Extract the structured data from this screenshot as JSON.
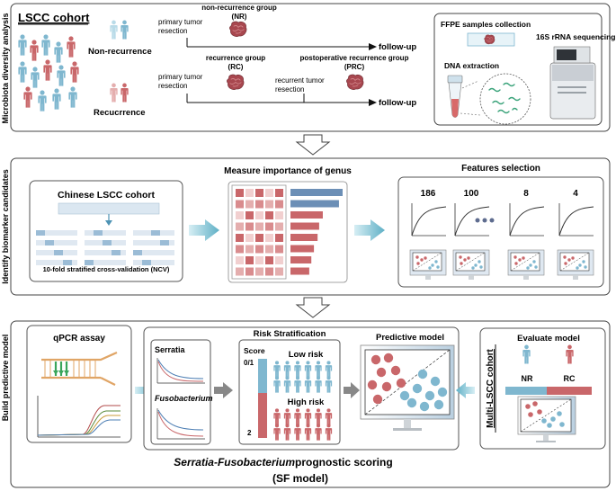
{
  "colors": {
    "blue": "#7fb7cf",
    "blue_dark": "#4e93b4",
    "red": "#c9676a",
    "red_light": "#e4aeae",
    "arrow": "#6fb7c9",
    "border": "#444444",
    "grid_blue": "#9bbcd6",
    "gray": "#8a8a8a"
  },
  "icons": [
    "person-icon",
    "tumor-icon",
    "tube-icon",
    "sequencer-icon",
    "dna-primer-icon"
  ],
  "panel1": {
    "side_label": "Microbiota diversity analysis",
    "title": "LSCC cohort",
    "non_recurrence_label": "Non-recurrence",
    "recurrence_label": "Recucrrence",
    "nr_group": "non-recurrence group",
    "nr_abbr": "(NR)",
    "primary_resection_1a": "primary tumor",
    "primary_resection_1b": "resection",
    "followup_1": "follow-up",
    "rc_group": "recurrence group",
    "rc_abbr": "(RC)",
    "primary_resection_2a": "primary tumor",
    "primary_resection_2b": "resection",
    "prc_group": "postoperative recurrence group",
    "prc_abbr": "(PRC)",
    "recurrent_resection_a": "recurrent tumor",
    "recurrent_resection_b": "resection",
    "followup_2": "follow-up",
    "ffpe": "FFPE samples collection",
    "seq": "16S rRNA sequencing",
    "dna": "DNA extraction"
  },
  "panel2": {
    "side_label": "Identify biomarker candidates",
    "cohort": "Chinese LSCC cohort",
    "ncv": "10-fold stratified cross-validation (NCV)",
    "importance_title": "Measure importance of genus",
    "features_title": "Features selection",
    "counts": [
      "186",
      "100",
      "8",
      "4"
    ],
    "bar_values": [
      1.0,
      0.93,
      0.62,
      0.55,
      0.52,
      0.45,
      0.4,
      0.36
    ],
    "bar_colors": [
      "blue",
      "blue",
      "red",
      "red",
      "red",
      "red",
      "red",
      "red"
    ]
  },
  "panel3": {
    "side_label": "Build predictive model",
    "qpcr": "qPCR assay",
    "serratia": "Serratia",
    "fuso": "Fusobacterium",
    "risk_title": "Risk Stratification",
    "score": "Score",
    "score_low": "0/1",
    "score_high": "2",
    "low_risk": "Low risk",
    "high_risk": "High risk",
    "predictive": "Predictive model",
    "evaluate": "Evaluate model",
    "multi": "Multi-LSCC cohort",
    "nr": "NR",
    "rc": "RC",
    "sf_title_italic": "Serratia-Fusobacterium",
    "sf_title_rest": " prognostic scoring",
    "sf_model": "(SF model)"
  }
}
